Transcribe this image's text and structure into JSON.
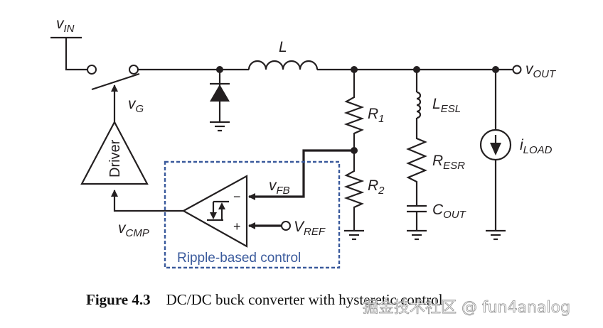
{
  "diagram": {
    "labels": {
      "vin": {
        "main": "v",
        "sub": "IN"
      },
      "vg": {
        "main": "v",
        "sub": "G"
      },
      "inductor": {
        "main": "L"
      },
      "r1": {
        "main": "R",
        "sub": "1"
      },
      "r2": {
        "main": "R",
        "sub": "2"
      },
      "lesl": {
        "main": "L",
        "sub": "ESL"
      },
      "resr": {
        "main": "R",
        "sub": "ESR"
      },
      "cout": {
        "main": "C",
        "sub": "OUT"
      },
      "iload": {
        "main": "i",
        "sub": "LOAD"
      },
      "vout": {
        "main": "v",
        "sub": "OUT"
      },
      "vfb": {
        "main": "v",
        "sub": "FB"
      },
      "vref": {
        "main": "V",
        "sub": "REF"
      },
      "vcmp": {
        "main": "v",
        "sub": "CMP"
      },
      "driver": "Driver",
      "minus": "−",
      "plus": "+"
    },
    "control_box_label": "Ripple-based control",
    "control_box_color": "#3a5a9c"
  },
  "caption": {
    "number": "Figure 4.3",
    "text": "DC/DC buck converter with hysteretic control"
  },
  "watermark": "掘金技术社区 @ fun4analog"
}
